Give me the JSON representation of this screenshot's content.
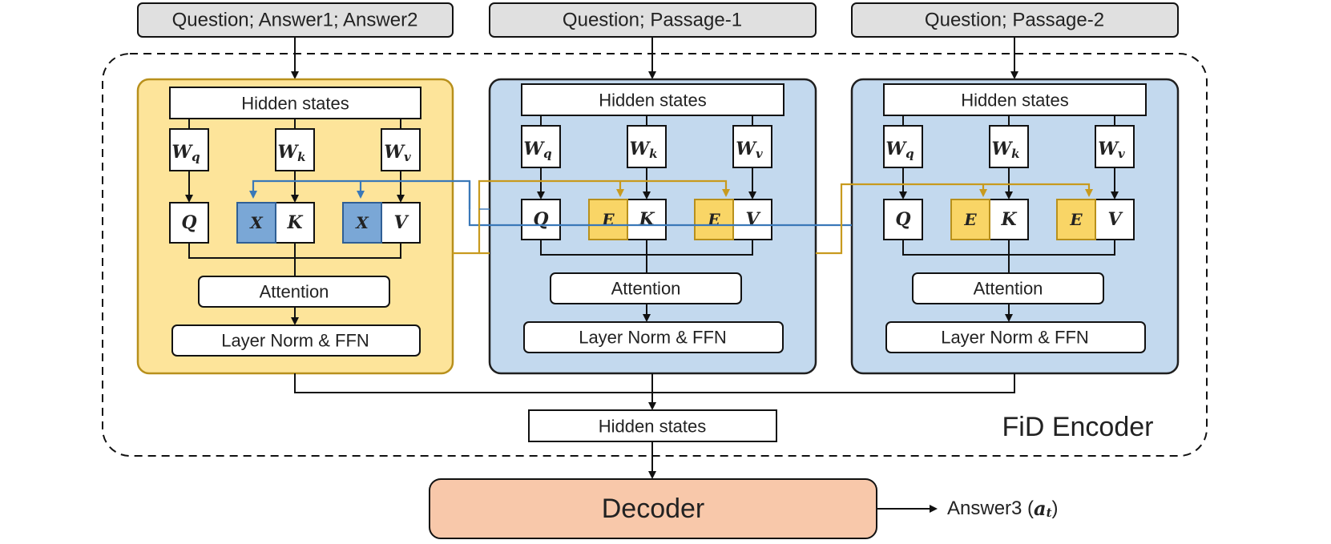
{
  "inputs": [
    "Question; Answer1; Answer2",
    "Question; Passage-1",
    "Question; Passage-2"
  ],
  "block": {
    "hidden_states": "Hidden states",
    "wq_main": "W",
    "wq_sub": "q",
    "wk_main": "W",
    "wk_sub": "k",
    "wv_main": "W",
    "wv_sub": "v",
    "q": "Q",
    "k": "K",
    "v": "V",
    "attention": "Attention",
    "ffn": "Layer Norm & FFN"
  },
  "extra_tokens": {
    "answer_block": "X",
    "passage_block": "E"
  },
  "merged_hidden_states": "Hidden states",
  "encoder_label": "FiD Encoder",
  "decoder_label": "Decoder",
  "output": {
    "prefix": "Answer3 (",
    "var": "a",
    "sub": "t",
    "suffix": ")"
  },
  "colors": {
    "yellow_panel": "#fde49a",
    "yellow_border": "#b8901c",
    "blue_panel": "#c3d9ee",
    "blue_border": "#1f1f1f",
    "x_fill": "#7aa7d6",
    "x_text": "#1f4f8a",
    "e_fill": "#f9d566",
    "e_text": "#8a6a10",
    "blue_line": "#3a78b8",
    "gold_line": "#c89a1e",
    "input_fill": "#e0e0e0",
    "decoder_fill": "#f8c8aa"
  }
}
